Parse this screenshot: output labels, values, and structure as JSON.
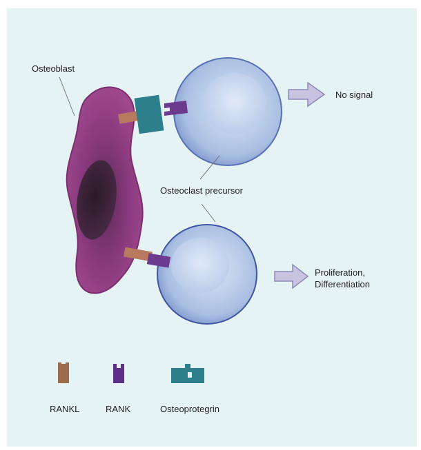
{
  "labels": {
    "osteoblast": "Osteoblast",
    "osteoclast_precursor": "Osteoclast precursor",
    "outcome_top": "No signal",
    "outcome_bottom_line1": "Proliferation,",
    "outcome_bottom_line2": "Differentiation"
  },
  "legend": [
    {
      "label": "RANKL",
      "icon": "rankl-icon"
    },
    {
      "label": "RANK",
      "icon": "rank-icon"
    },
    {
      "label": "Osteoprotegrin",
      "icon": "osteoprotegrin-icon"
    }
  ],
  "colors": {
    "background": "#e6f3f5",
    "osteoblast": "#8a3a7e",
    "nucleus": "#3d2538",
    "precursor_cell": "#a9bfe2",
    "precursor_nucleus": "#c8d5ee",
    "rankl": "#b87a5e",
    "rank": "#6a3a8e",
    "osteoprotegrin": "#2e7f8c",
    "arrow": "#c7c3e0"
  }
}
